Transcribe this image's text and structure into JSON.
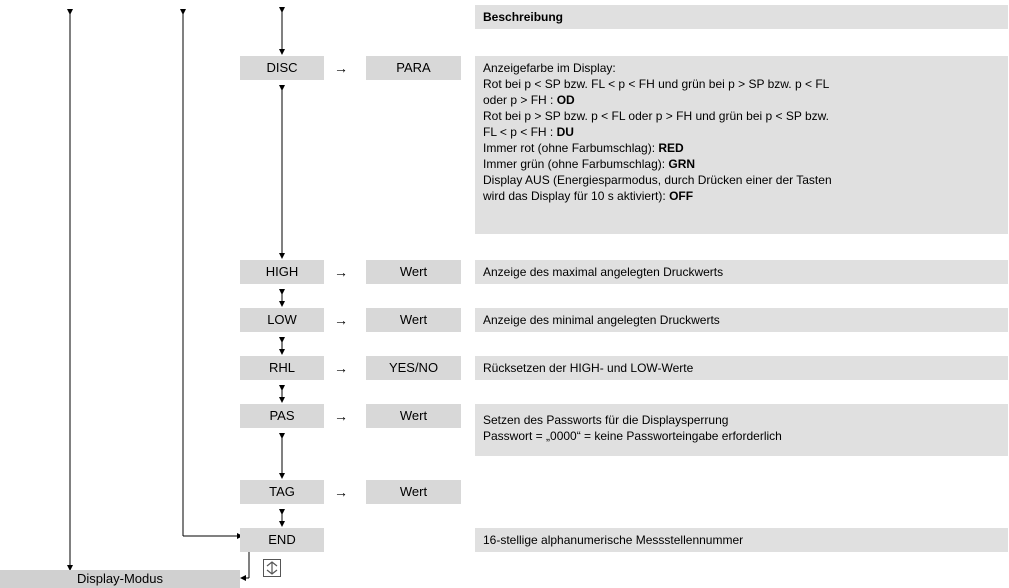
{
  "header": {
    "title": "Beschreibung"
  },
  "menu": [
    {
      "key": "disc",
      "label": "DISC",
      "value": "PARA",
      "desc": [
        "Anzeigefarbe im Display:",
        "Rot bei p < SP bzw. FL < p < FH und grün bei p > SP bzw. p < FL",
        "oder p > FH : ",
        "OD",
        "Rot bei p > SP bzw. p < FL oder p > FH und grün bei p < SP bzw.",
        "FL < p < FH : ",
        "DU",
        "Immer rot (ohne Farbumschlag): ",
        "RED",
        "Immer grün (ohne Farbumschlag): ",
        "GRN",
        "Display AUS (Energiesparmodus, durch Drücken einer der Tasten",
        "wird das Display für 10 s aktiviert): ",
        "OFF"
      ]
    },
    {
      "key": "high",
      "label": "HIGH",
      "value": "Wert",
      "desc": "Anzeige des maximal angelegten Druckwerts"
    },
    {
      "key": "low",
      "label": "LOW",
      "value": "Wert",
      "desc": "Anzeige des minimal angelegten Druckwerts"
    },
    {
      "key": "rhl",
      "label": "RHL",
      "value": "YES/NO",
      "desc": "Rücksetzen der HIGH- und LOW-Werte"
    },
    {
      "key": "pas",
      "label": "PAS",
      "value": "Wert",
      "desc": [
        "Setzen des Passworts für die Displaysperrung",
        "Passwort = „0000“ = keine Passworteingabe erforderlich"
      ]
    },
    {
      "key": "tag",
      "label": "TAG",
      "value": "Wert",
      "desc": ""
    },
    {
      "key": "end",
      "label": "END",
      "desc": "16-stellige alphanumerische Messstellennummer"
    }
  ],
  "footer": {
    "mode_label": "Display-Modus"
  },
  "arrow_glyph": "→",
  "icons": {
    "enter": "enter-icon"
  }
}
